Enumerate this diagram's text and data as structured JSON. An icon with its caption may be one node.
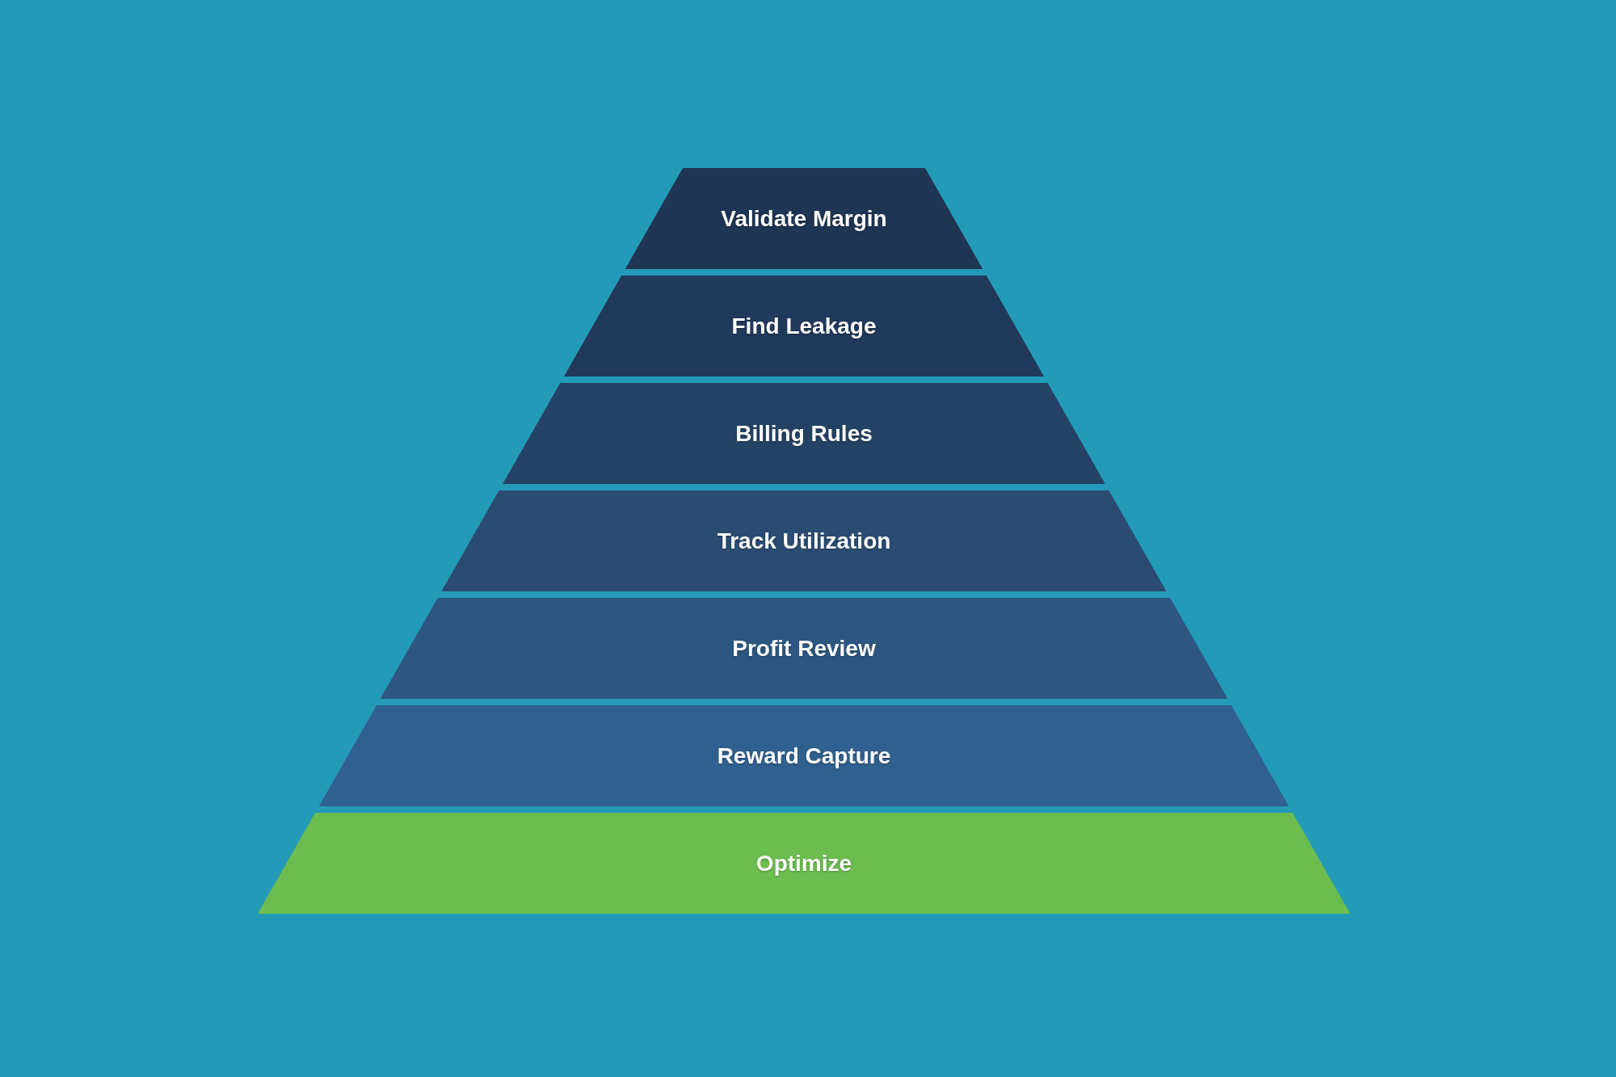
{
  "diagram": {
    "nodes": [
      {
        "text": [
          "Validate Margin"
        ]
      },
      {
        "text": [
          "Find Leakage"
        ]
      },
      {
        "text": [
          "Billing Rules"
        ]
      },
      {
        "text": [
          "Track Utilization"
        ]
      },
      {
        "text": [
          "Profit Review"
        ]
      },
      {
        "text": [
          "Reward Capture"
        ]
      },
      {
        "text": [
          "Optimize"
        ]
      }
    ]
  }
}
